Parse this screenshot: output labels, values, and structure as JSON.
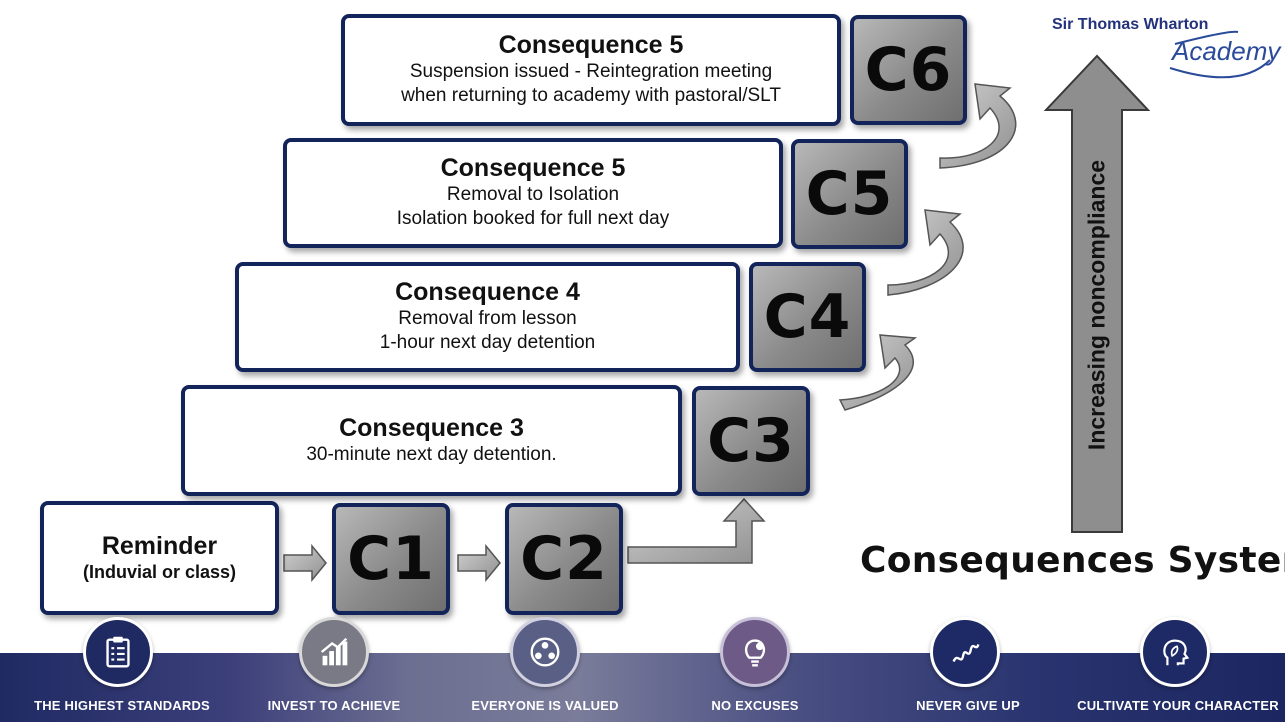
{
  "logo": {
    "line1": "Sir Thomas Wharton",
    "line2": "Academy"
  },
  "title": "Consequences System",
  "axis_label": "Increasing noncompliance",
  "steps": {
    "reminder": {
      "title": "Reminder",
      "line1": "(Induvial or class)"
    },
    "c3": {
      "title": "Consequence 3",
      "line1": "30-minute next day detention."
    },
    "c4": {
      "title": "Consequence 4",
      "line1": "Removal from lesson",
      "line2": "1-hour next day detention"
    },
    "c5": {
      "title": "Consequence 5",
      "line1": "Removal to Isolation",
      "line2": "Isolation booked for full next day"
    },
    "c6": {
      "title": "Consequence 5",
      "line1": "Suspension issued  - Reintegration meeting",
      "line2": "when returning to academy with pastoral/SLT"
    }
  },
  "codes": {
    "c1": "C1",
    "c2": "C2",
    "c3": "C3",
    "c4": "C4",
    "c5": "C5",
    "c6": "C6"
  },
  "values": [
    {
      "label": "THE HIGHEST STANDARDS",
      "icon": "clipboard-checklist-icon",
      "color": "#1f2a63"
    },
    {
      "label": "INVEST TO ACHIEVE",
      "icon": "growth-chart-icon",
      "color": "#7a7a86"
    },
    {
      "label": "EVERYONE IS VALUED",
      "icon": "people-circle-icon",
      "color": "#5a5f85"
    },
    {
      "label": "NO EXCUSES",
      "icon": "lightbulb-gear-icon",
      "color": "#6e5a86"
    },
    {
      "label": "NEVER GIVE UP",
      "icon": "spring-icon",
      "color": "#1e2a66"
    },
    {
      "label": "CULTIVATE YOUR CHARACTER",
      "icon": "head-leaf-icon",
      "color": "#1e2a66"
    }
  ]
}
